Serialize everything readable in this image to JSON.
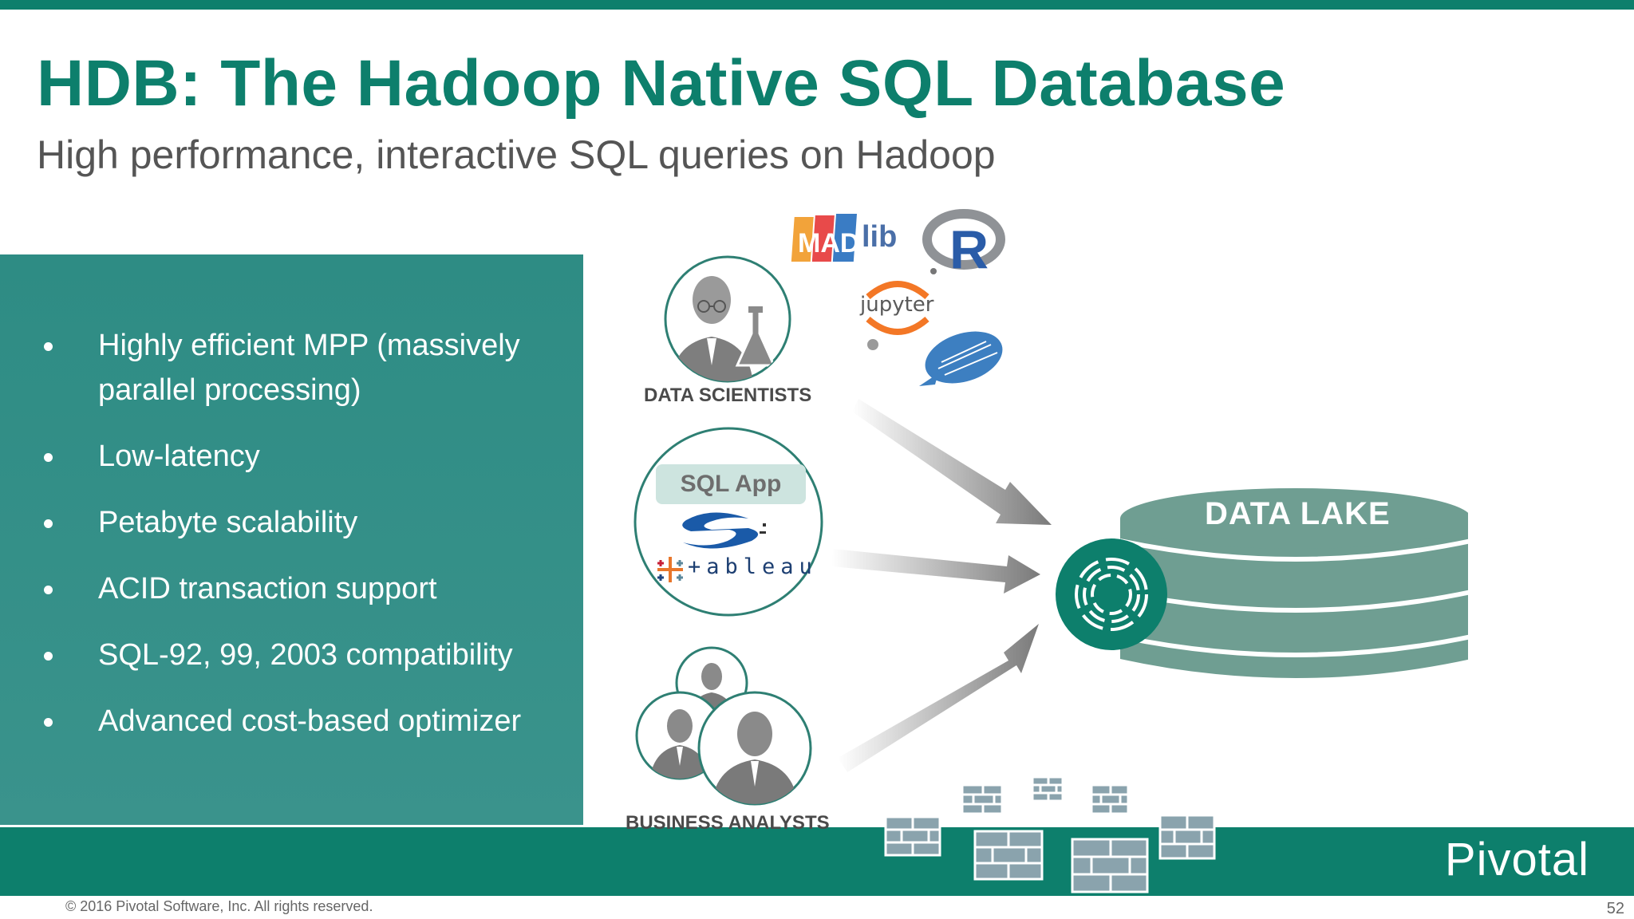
{
  "slide": {
    "title": "HDB: The Hadoop Native SQL Database",
    "subtitle": "High performance, interactive SQL queries on Hadoop",
    "bullets": [
      "Highly efficient MPP (massively parallel processing)",
      "Low-latency",
      "Petabyte scalability",
      "ACID transaction support",
      "SQL-92, 99, 2003 compatibility",
      "Advanced cost-based optimizer"
    ],
    "bullet_color": "#ffffff",
    "panel_color": "#338f87"
  },
  "diagram": {
    "users": {
      "data_scientists": "DATA SCIENTISTS",
      "business_analysts": "BUSINESS ANALYSTS"
    },
    "sql_app_label": "SQL App",
    "data_lake_label": "DATA LAKE",
    "tool_logos": {
      "madlib": {
        "prefix": "MAD",
        "suffix": "lib"
      },
      "r": "R",
      "jupyter": "jupyter",
      "tableau": "+ableau"
    },
    "icons": [
      "scientist-icon",
      "sql-app-icon",
      "business-analysts-icon",
      "hdb-logo-icon",
      "data-lake-icon",
      "brick-icon"
    ]
  },
  "footer": {
    "brand": "Pivotal",
    "copyright": "© 2016 Pivotal Software, Inc.  All rights reserved.",
    "page_number": "52"
  },
  "colors": {
    "brand_green": "#0d7f6c",
    "lake_green": "#6f9e92",
    "text_gray": "#555555"
  }
}
